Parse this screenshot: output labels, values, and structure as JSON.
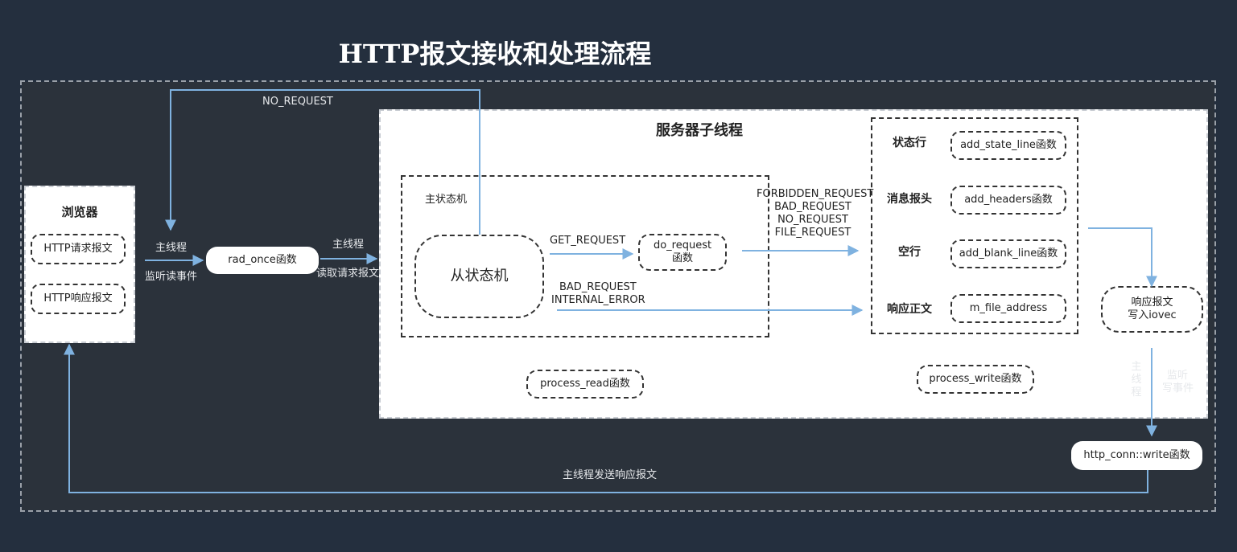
{
  "title": "HTTP报文接收和处理流程",
  "browser": {
    "title": "浏览器",
    "request": "HTTP请求报文",
    "response": "HTTP响应报文"
  },
  "main_thread_label_1": "主线程",
  "listen_read": "监听读事件",
  "rad_once": "rad_once函数",
  "main_thread_label_2": "主线程",
  "read_request": "读取请求报文",
  "no_request_top": "NO_REQUEST",
  "server": {
    "title": "服务器子线程",
    "master_fsm": "主状态机",
    "slave_fsm": "从状态机",
    "get_request": "GET_REQUEST",
    "do_request_line1": "do_request",
    "do_request_line2": "函数",
    "bad_request": "BAD_REQUEST",
    "internal_error": "INTERNAL_ERROR",
    "codes": [
      "FORBIDDEN_REQUEST",
      "BAD_REQUEST",
      "NO_REQUEST",
      "FILE_REQUEST"
    ],
    "process_read": "process_read函数",
    "process_write": "process_write函数"
  },
  "response_parts": [
    {
      "label": "状态行",
      "func": "add_state_line函数"
    },
    {
      "label": "消息报头",
      "func": "add_headers函数"
    },
    {
      "label": "空行",
      "func": "add_blank_line函数"
    },
    {
      "label": "响应正文",
      "func": "m_file_address"
    }
  ],
  "iovec_line1": "响应报文",
  "iovec_line2": "写入iovec",
  "main_thread_vertical": "主线程",
  "listen_write_line1": "监听",
  "listen_write_line2": "写事件",
  "http_conn_write": "http_conn::write函数",
  "send_response": "主线程发送响应报文",
  "colors": {
    "background": "#242f3e",
    "arrow": "#7fb2e0"
  }
}
